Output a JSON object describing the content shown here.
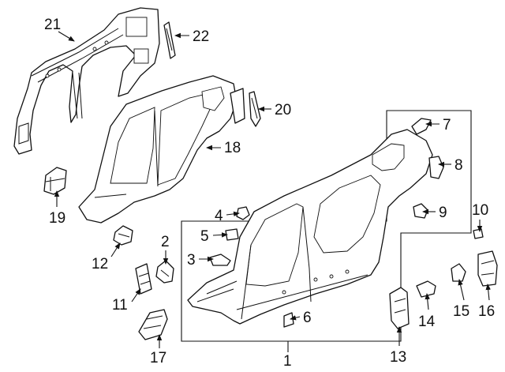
{
  "diagram": {
    "accent_color": "#111111",
    "callouts": [
      {
        "id": "c1",
        "label": "1"
      },
      {
        "id": "c2",
        "label": "2"
      },
      {
        "id": "c3",
        "label": "3"
      },
      {
        "id": "c4",
        "label": "4"
      },
      {
        "id": "c5",
        "label": "5"
      },
      {
        "id": "c6",
        "label": "6"
      },
      {
        "id": "c7",
        "label": "7"
      },
      {
        "id": "c8",
        "label": "8"
      },
      {
        "id": "c9",
        "label": "9"
      },
      {
        "id": "c10",
        "label": "10"
      },
      {
        "id": "c11",
        "label": "11"
      },
      {
        "id": "c12",
        "label": "12"
      },
      {
        "id": "c13",
        "label": "13"
      },
      {
        "id": "c14",
        "label": "14"
      },
      {
        "id": "c15",
        "label": "15"
      },
      {
        "id": "c16",
        "label": "16"
      },
      {
        "id": "c17",
        "label": "17"
      },
      {
        "id": "c18",
        "label": "18"
      },
      {
        "id": "c19",
        "label": "19"
      },
      {
        "id": "c20",
        "label": "20"
      },
      {
        "id": "c21",
        "label": "21"
      },
      {
        "id": "c22",
        "label": "22"
      }
    ]
  }
}
